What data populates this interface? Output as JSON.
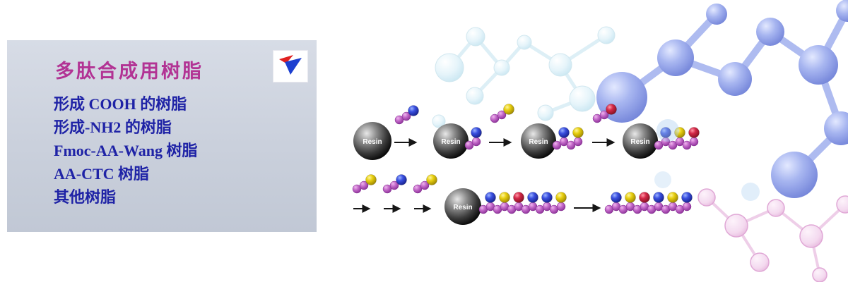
{
  "banner": {
    "panel": {
      "title": "多肽合成用树脂",
      "menu_items": [
        "形成 COOH 的树脂",
        "形成-NH2 的树脂",
        "Fmoc-AA-Wang 树脂",
        "AA-CTC  树脂",
        "其他树脂"
      ],
      "logo_icon": "brand-triangle-logo",
      "logo_colors": [
        "#e02020",
        "#1c3fd0"
      ],
      "panel_background": "#ccd3de",
      "title_color": "#b23394",
      "menu_color": "#1f23a6"
    },
    "diagram": {
      "resin_label": "Resin",
      "description": "solid-phase-peptide-synthesis-scheme",
      "colors": {
        "resin_sphere": "#1c1c1c",
        "peptide_bead": "#b457bf",
        "amino_acid_blue": "#2b3fd3",
        "amino_acid_yellow": "#e3cb00",
        "amino_acid_red": "#cf2040",
        "arrow": "#161616",
        "background_molecule_blue": "#93a5ea",
        "background_molecule_cyan": "#d9eef6",
        "background_molecule_pink": "#edb9df"
      }
    }
  }
}
